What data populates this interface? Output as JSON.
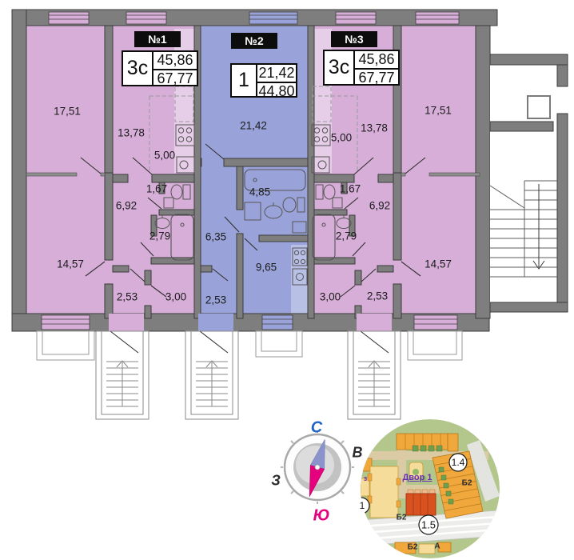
{
  "plan": {
    "apartments": [
      {
        "badge": "№1",
        "type": "3с",
        "area_living": "45,86",
        "area_total": "67,77",
        "room_areas": [
          "17,51",
          "13,78",
          "5,00",
          "1,67",
          "6,92",
          "2,79",
          "14,57",
          "2,53",
          "3,00"
        ]
      },
      {
        "badge": "№2",
        "type": "1",
        "area_living": "21,42",
        "area_total": "44,80",
        "room_areas": [
          "21,42",
          "4,85",
          "6,35",
          "9,65",
          "2,53"
        ]
      },
      {
        "badge": "№3",
        "type": "3с",
        "area_living": "45,86",
        "area_total": "67,77",
        "room_areas": [
          "5,00",
          "13,78",
          "17,51",
          "1,67",
          "6,92",
          "2,79",
          "3,00",
          "2,53",
          "14,57"
        ]
      }
    ],
    "colors": {
      "apartment_pink": "#d6aed8",
      "apartment_blue": "#9aa3d9",
      "wall_gray": "#7e7e7e"
    }
  },
  "compass": {
    "north": "С",
    "east": "В",
    "west": "З",
    "south": "Ю",
    "north_color": "#1e63c8",
    "south_color": "#e5007e"
  },
  "site_map": {
    "yard": "Двор 1",
    "n14": "1.4",
    "n15": "1.5",
    "n1": "1",
    "b2_right": "Б2",
    "b2_mid": "Б2",
    "b2_bottom": "Б2",
    "section_a": "А",
    "street_fragment": "з",
    "highlight_color": "#d8511f"
  }
}
